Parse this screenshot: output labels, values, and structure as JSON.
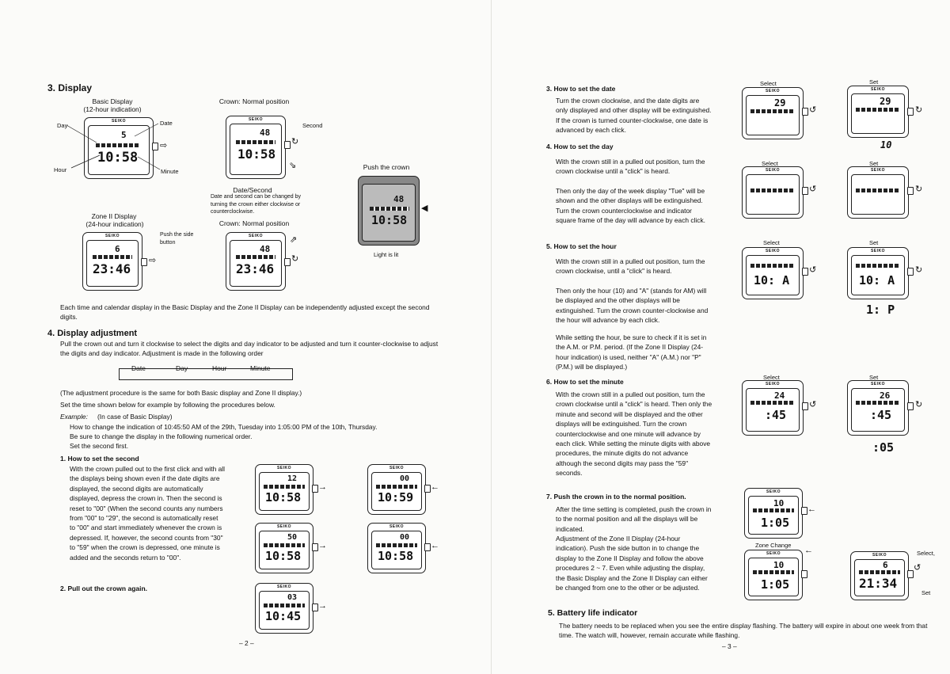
{
  "page2": {
    "s3_title": "3.  Display",
    "basic_title": "Basic Display",
    "basic_sub": "(12-hour indication)",
    "label_day": "Day",
    "label_date": "Date",
    "label_hour": "Hour",
    "label_minute": "Minute",
    "crown_normal_1": "Crown: Normal position",
    "label_second": "Second",
    "date_second_caption": "Date/Second",
    "date_second_note": "Date and second can be changed by turning the crown either clockwise or counterclockwise.",
    "push_crown": "Push the crown",
    "light_lit": "Light is lit",
    "zone_title": "Zone II Display",
    "zone_sub": "(24-hour indication)",
    "push_side": "Push the side button",
    "crown_normal_2": "Crown: Normal position",
    "independent_text": "Each time and calendar display in the Basic Display and the Zone II Display can be independently adjusted except the second digits.",
    "s4_title": "4.  Display adjustment",
    "s4_text": "Pull the crown out and turn it clockwise to select the digits and day indicator to be adjusted and turn it counter-clockwise to adjust the digits and day indicator. Adjustment is made in the following order",
    "flow": [
      "Date",
      "Day",
      "Hour",
      "Minute"
    ],
    "same_text": "(The adjustment procedure is the same for both Basic display and Zone II display.)",
    "set_time_text": "Set the time shown below for example by following the procedures below.",
    "example_label": "Example:",
    "example_case": "(In case of Basic Display)",
    "example_lines": [
      "How to change the indication of 10:45:50 AM of the 29th, Tuesday into 1:05:00 PM of the 10th, Thursday.",
      "Be sure to change the display in the following numerical order.",
      "Set the second first."
    ],
    "s41_title": "1.  How to set the second",
    "s41_text": "With the crown pulled out to the first click and with all the displays being shown even if the date digits are displayed, the second digits are automatically displayed, depress the crown in. Then the second is reset to \"00\" (When the second counts any numbers from \"00\" to \"29\", the second is automatically reset to \"00\" and start immediately whenever the crown is depressed. If, however, the second counts from \"30\" to \"59\" when the crown is depressed, one minute is added and the seconds return to \"00\".",
    "s42_title": "2.  Pull out the crown again.",
    "page_num": "– 2 –"
  },
  "page3": {
    "s3_title": "3.  How to set the date",
    "s3_text": "Turn the crown clockwise, and the date digits are only displayed and other display will be extinguished. If the crown is turned counter-clockwise, one date is advanced by each click.",
    "s4_title": "4.  How to set the day",
    "s4_text_a": "With the crown still in a pulled out position, turn the crown clockwise until a \"click\" is heard.",
    "s4_text_b": "Then only the day of the week display \"Tue\" will be shown and the other displays will be extinguished. Turn the crown counterclockwise and indicator square frame of the day will advance by each click.",
    "s5_title": "5.  How to set the hour",
    "s5_text_a": "With the crown still in a pulled out position, turn the crown clockwise, until a \"click\" is heard.",
    "s5_text_b": "Then only the hour (10) and \"A\" (stands for AM) will be displayed and the other displays will be extinguished. Turn the crown counter-clockwise and the hour will advance by each click.",
    "s5_text_c": "While setting the hour, be sure to check if it is set in the A.M. or P.M. period. (If the Zone II Display (24-hour indication) is used, neither \"A\" (A.M.) nor \"P\" (P.M.) will be displayed.)",
    "s6_title": "6.  How to set the minute",
    "s6_text": "With the crown still in a pulled out position, turn the crown clockwise until a \"click\" is heard. Then only the minute and second will be displayed and the other displays will be extinguished. Turn the crown counterclockwise and one minute will advance by each click. While setting the minute digits with above procedures, the minute digits do not advance although the second digits may pass the \"59\" seconds.",
    "s7_title": "7.  Push the crown in to the normal position.",
    "s7_text_a": "After the time setting is completed, push the crown in to the normal position and all the displays will be indicated.",
    "s7_text_b": "Adjustment of the Zone II Display (24-hour indication). Push the side button in to change the display to the Zone II Display and follow the above procedures 2 ~ 7. Even while adjusting the display, the Basic Display and the Zone II Display can either be changed from one to the other or be adjusted.",
    "battery_title": "5.  Battery life indicator",
    "battery_text": "The battery needs to be replaced when you see the entire display flashing. The battery will expire in about one week from that time. The watch will, however, remain accurate while flashing.",
    "select": "Select",
    "set": "Set",
    "zone_change": "Zone Change",
    "select_comma": "Select,",
    "page_num": "– 3 –"
  },
  "watch": {
    "brand": "SEIKO",
    "basic_top": "5",
    "basic_time": "10:58",
    "normal_top": "48",
    "normal_time": "10:58",
    "lit_top": "48",
    "lit_time": "10:58",
    "zone_top": "6",
    "zone_time": "23:46",
    "zone2_top": "48",
    "zone2_time": "23:46",
    "p2_1a_top": "12",
    "p2_1a_time": "10:58",
    "p2_1b_top": "00",
    "p2_1b_time": "10:59",
    "p2_1c_top": "50",
    "p2_1c_time": "10:58",
    "p2_1d_top": "00",
    "p2_1d_time": "10:58",
    "p2_2_top": "03",
    "p2_2_time": "10:45",
    "date_sel": "29",
    "date_set": "29",
    "date_res": "10",
    "hour_sel": "10:  A",
    "hour_set": "10:  A",
    "hour_res": "1:  P",
    "min_sel_top": "24",
    "min_sel": ":45",
    "min_set_top": "26",
    "min_set": ":45",
    "min_res": ":05",
    "norm_top": "10",
    "norm_time": "1:05",
    "zc_top": "10",
    "zc_time": "1:05",
    "z2_top": "6",
    "z2_time": "21:34"
  }
}
